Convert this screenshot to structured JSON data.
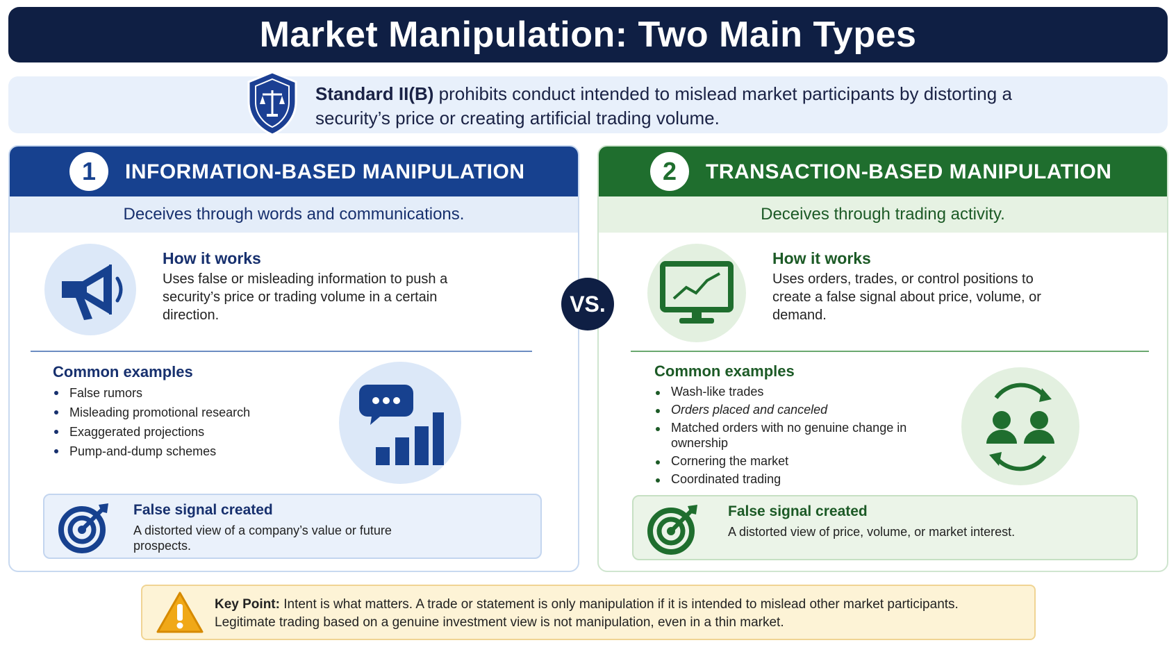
{
  "title": "Market Manipulation: Two Main Types",
  "standard": {
    "label": "Standard II(B)",
    "text": " prohibits conduct intended to mislead market participants by distorting a security’s price or creating artificial trading volume."
  },
  "vs_label": "VS.",
  "panels": {
    "info": {
      "number": "1",
      "title": "INFORMATION-BASED MANIPULATION",
      "subtitle": "Deceives through words and communications.",
      "how_title": "How it works",
      "how_text": "Uses false or misleading information to push a security’s price or trading volume in a certain direction.",
      "examples_title": "Common examples",
      "examples": [
        "False rumors",
        "Misleading promotional research",
        "Exaggerated projections",
        "Pump-and-dump schemes"
      ],
      "signal_title": "False signal created",
      "signal_text": "A distorted view of a company’s value or future prospects."
    },
    "trans": {
      "number": "2",
      "title": "TRANSACTION-BASED MANIPULATION",
      "subtitle": "Deceives through trading activity.",
      "how_title": "How it works",
      "how_text": "Uses orders, trades, or control positions to create a false signal about price, volume, or demand.",
      "examples_title": "Common examples",
      "examples": [
        "Wash-like trades",
        "Orders placed and canceled",
        "Matched orders with no genuine change in ownership",
        "Cornering the market",
        "Coordinated trading"
      ],
      "signal_title": "False signal created",
      "signal_text": "A distorted view of price, volume, or market interest."
    }
  },
  "key_point": {
    "label": "Key Point:",
    "text": "  Intent is what matters. A trade or statement is only manipulation if it is intended to mislead other market participants. Legitimate trading based on a genuine investment view is not manipulation, even in a thin market."
  },
  "colors": {
    "navy": "#0f1f44",
    "blue": "#17418f",
    "green": "#1f6e2e",
    "amber": "#f0a818"
  },
  "icons": [
    "shield-scale-icon",
    "megaphone-icon",
    "chat-chart-icon",
    "target-icon",
    "monitor-chart-icon",
    "people-exchange-icon",
    "warning-icon"
  ]
}
